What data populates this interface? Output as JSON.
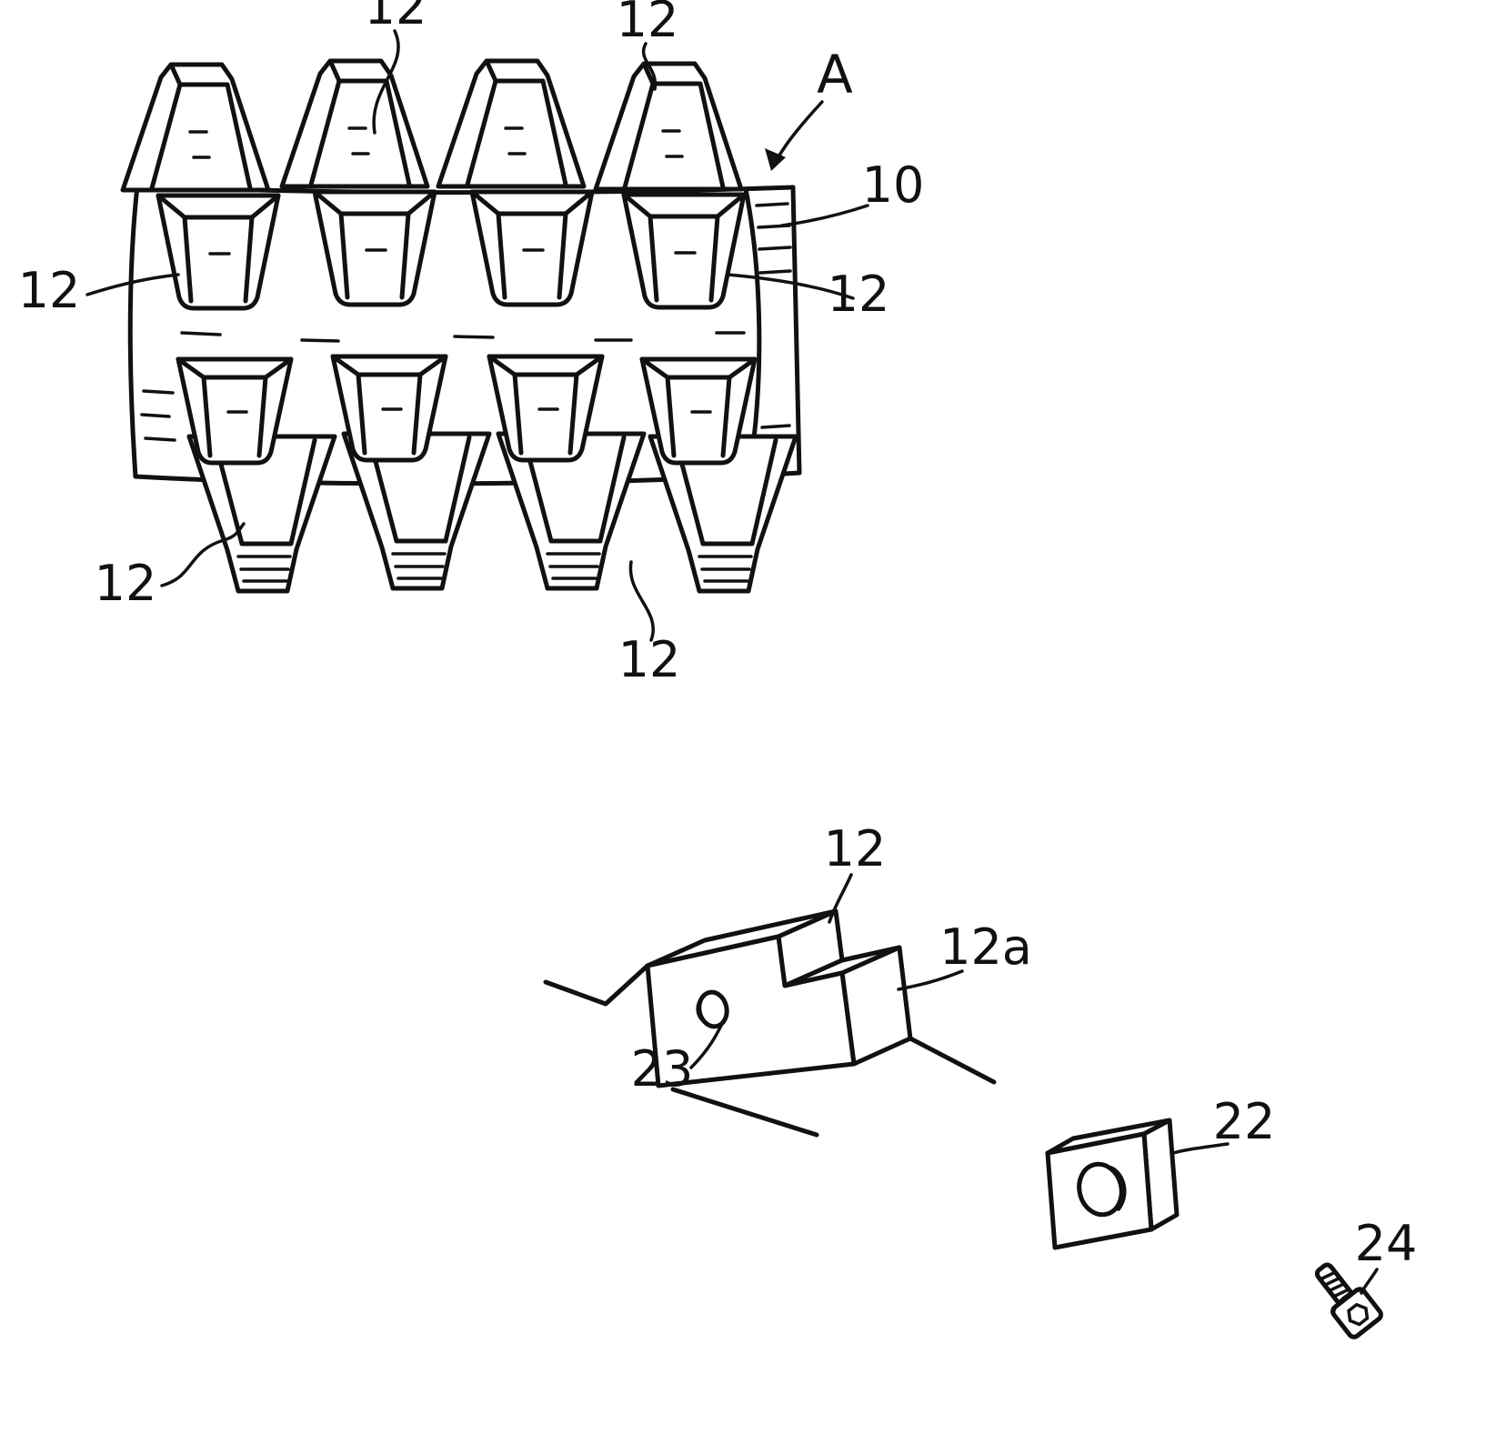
{
  "colors": {
    "ink": "#111111",
    "paper": "#ffffff"
  },
  "figure": {
    "reference_labels": {
      "tool_body": "10",
      "cutting_tooth": "12",
      "tooth_seat_face": "12a",
      "clamp_block": "22",
      "threaded_hole": "23",
      "clamp_screw": "24",
      "detail_arrow": "A"
    }
  }
}
